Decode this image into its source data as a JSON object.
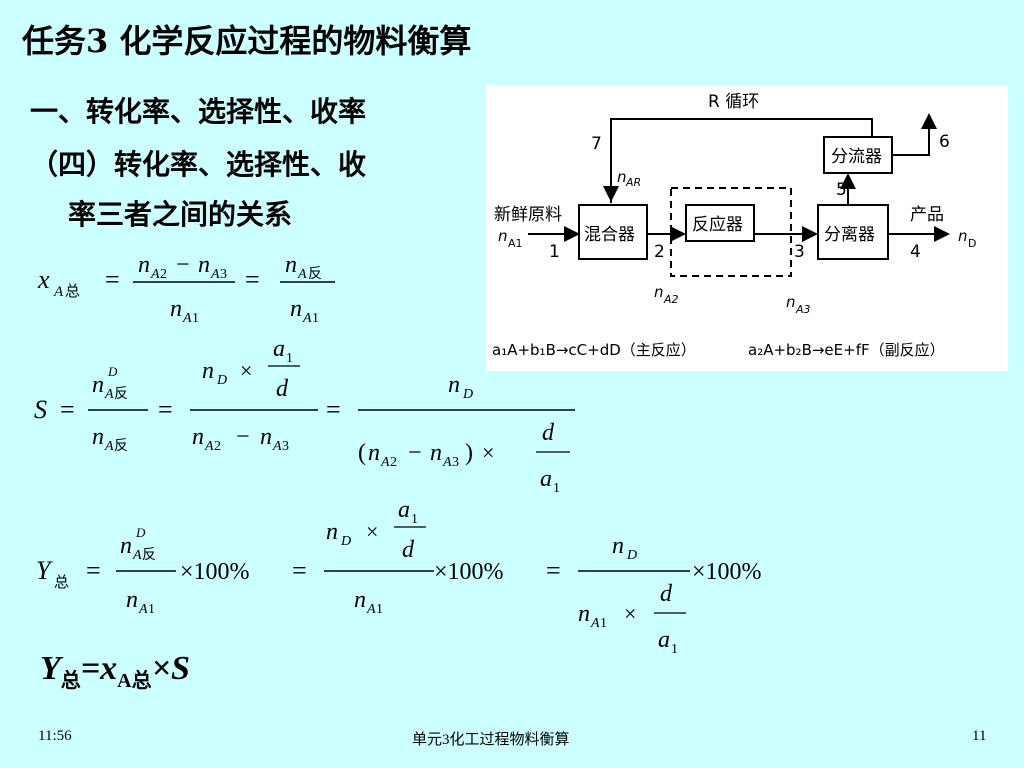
{
  "slide": {
    "title": "任务3  化学反应过程的物料衡算",
    "heading1": "一、转化率、选择性、收率",
    "heading2_line1": "（四）转化率、选择性、收",
    "heading2_line2": "率三者之间的关系"
  },
  "diagram": {
    "recycle_label": "R 循环",
    "feed_label": "新鲜原料",
    "product_label": "产品",
    "mixer": "混合器",
    "reactor": "反应器",
    "splitter": "分流器",
    "separator": "分离器",
    "stream_numbers": [
      "1",
      "2",
      "3",
      "4",
      "5",
      "6",
      "7"
    ],
    "main_reaction": "a₁A+b₁B→cC+dD（主反应）",
    "side_reaction": "a₂A+b₂B→eE+fF（副反应）"
  },
  "formulas": {
    "conversion": "x_A总 = (n_A2 − n_A3)/n_A1 = n_A反/n_A1",
    "selectivity": "S = n^D_A反/n_A反 = (n_D × a1/d)/(n_A2 − n_A3) = n_D/((n_A2 − n_A3) × d/a1)",
    "yield": "Y_总 = n^D_A反/n_A1 × 100% = (n_D × a1/d)/n_A1 × 100% = n_D/(n_A1 × d/a1) × 100%",
    "final_Y": "Y",
    "final_sub1": "总",
    "final_eq": "=x",
    "final_sub2": "A总",
    "final_times": "×S"
  },
  "footer": {
    "time": "11:56",
    "center": "单元3化工过程物料衡算",
    "page": "11"
  }
}
